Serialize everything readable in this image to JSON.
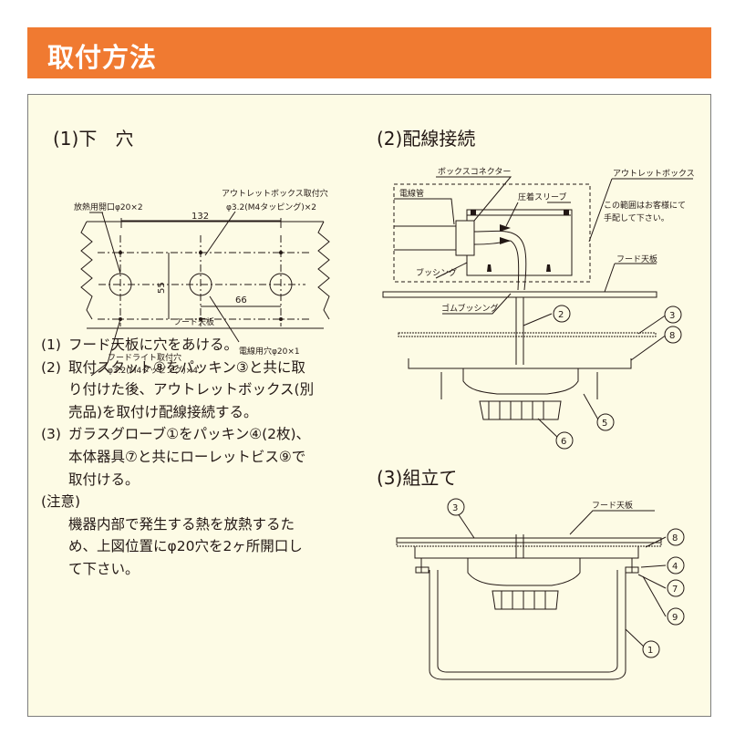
{
  "header": {
    "title": "取付方法"
  },
  "section1": {
    "title": "(1)下　穴",
    "labels": {
      "heat_hole": "放熱用開口φ20×2",
      "outlet_hole_1": "アウトレットボックス取付穴",
      "outlet_hole_2": "φ3.2(M4タッピング)×2",
      "dim_132": "132",
      "dim_55": "55",
      "dim_66": "66",
      "hood_panel": "フード天板",
      "light_hole_1": "フードライト取付穴",
      "light_hole_2": "φ3.2(M4タッピング)×4",
      "wire_hole": "電線用穴φ20×1"
    }
  },
  "section2": {
    "title": "(2)配線接続",
    "labels": {
      "box_connector": "ボックスコネクター",
      "outlet_box": "アウトレットボックス",
      "conduit": "電線管",
      "sleeve": "圧着スリーブ",
      "note_1": "この範囲はお客様にて",
      "note_2": "手配して下さい。",
      "bushing": "ブッシング",
      "hood_panel": "フード天板",
      "rubber_bushing": "ゴムブッシング",
      "n2": "2",
      "n3": "3",
      "n8": "8",
      "n5": "5",
      "n6": "6"
    }
  },
  "section3": {
    "title": "(3)組立て",
    "labels": {
      "hood_panel": "フード天板",
      "n3": "3",
      "n8": "8",
      "n4": "4",
      "n7": "7",
      "n9": "9",
      "n1": "1"
    }
  },
  "instructions": {
    "steps": [
      {
        "num": "(1)",
        "text": "フード天板に穴をあける。"
      },
      {
        "num": "(2)",
        "text": "取付スタット⑧をパッキン③と共に取り付けた後、アウトレットボックス(別売品)を取付け配線接続する。"
      },
      {
        "num": "(3)",
        "text": "ガラスグローブ①をパッキン④(2枚)、本体器具⑦と共にローレットビス⑨で取付ける。"
      }
    ],
    "notes_title": "(注意)",
    "notes_text": "機器内部で発生する熱を放熱するため、上図位置にφ20穴を2ヶ所開口して下さい。"
  },
  "colors": {
    "accent": "#f07a31",
    "panel_bg": "#fdfbe5",
    "border": "#7d7d7d",
    "line": "#231815"
  }
}
